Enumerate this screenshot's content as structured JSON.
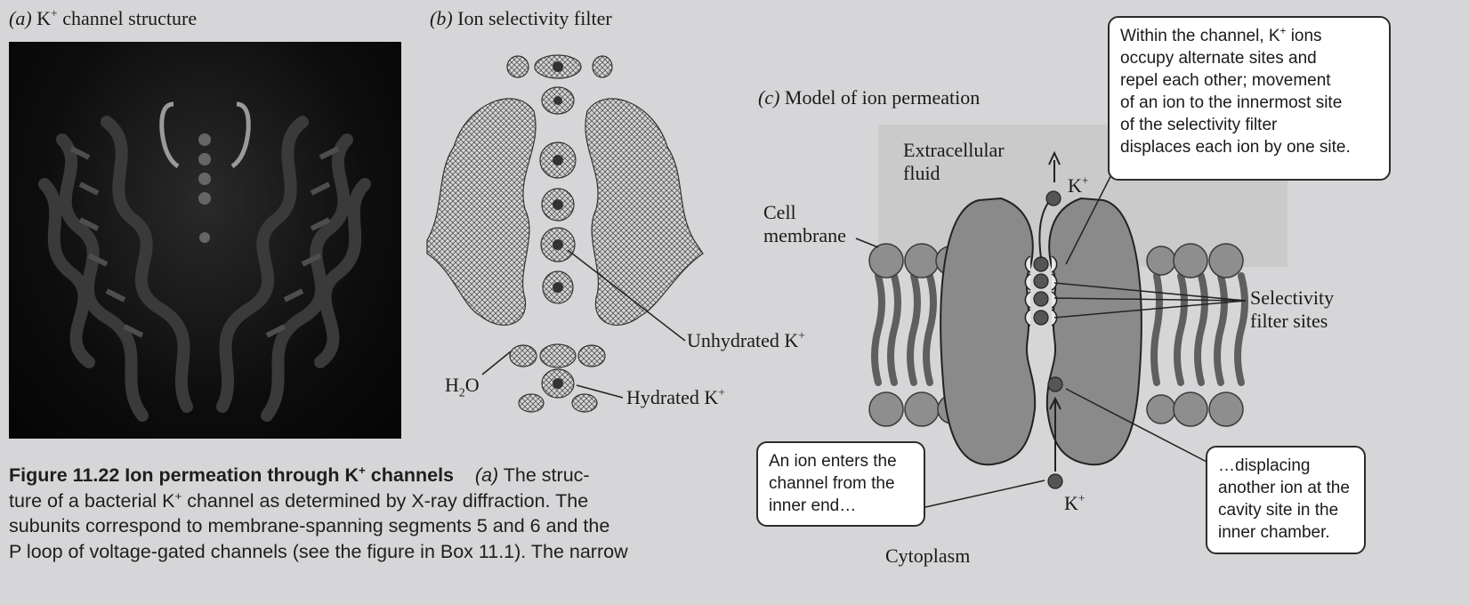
{
  "panel_a": {
    "letter": "(a)",
    "title_main": "K",
    "title_sup": "+",
    "title_rest": " channel structure"
  },
  "panel_b": {
    "letter": "(b)",
    "title": "Ion selectivity filter",
    "label_unhydrated": "Unhydrated K",
    "label_unhydrated_sup": "+",
    "label_water_main": "H",
    "label_water_sub": "2",
    "label_water_end": "O",
    "label_hydrated": "Hydrated K",
    "label_hydrated_sup": "+"
  },
  "panel_c": {
    "letter": "(c)",
    "title": "Model of ion permeation",
    "label_extracellular_1": "Extracellular",
    "label_extracellular_2": "fluid",
    "label_cell_membrane_1": "Cell",
    "label_cell_membrane_2": "membrane",
    "label_k_top": "K",
    "label_k_top_sup": "+",
    "label_k_bottom": "K",
    "label_k_bottom_sup": "+",
    "label_selectivity_1": "Selectivity",
    "label_selectivity_2": "filter sites",
    "label_cytoplasm": "Cytoplasm",
    "callout_top": {
      "l1a": "Within the channel, K",
      "l1sup": "+",
      "l1b": " ions",
      "l2": "occupy alternate sites and",
      "l3": "repel each other; movement",
      "l4": "of an ion to the innermost site",
      "l5": "of the selectivity filter",
      "l6": "displaces each ion by one site."
    },
    "callout_left": {
      "l1": "An ion enters the",
      "l2": "channel from the",
      "l3": "inner end…"
    },
    "callout_right": {
      "l1": "…displacing",
      "l2": "another ion at the",
      "l3": "cavity site in the",
      "l4": "inner chamber."
    }
  },
  "caption": {
    "fig_title_a": "Figure 11.22  Ion permeation through K",
    "fig_title_sup": "+",
    "fig_title_b": " channels",
    "panel_a_ref": "(a)",
    "line1_rest": " The struc-",
    "line2a": "ture of a bacterial K",
    "line2sup": "+",
    "line2b": " channel as determined by X-ray diffraction. The",
    "line3": "subunits correspond to membrane-spanning segments 5 and 6 and the",
    "line4": "P loop of voltage-gated channels (see the figure in Box 11.1). The narrow"
  },
  "colors": {
    "background": "#d6d6d8",
    "extracellular_region": "#cacaca",
    "protein_fill": "#8a8a8a",
    "ion_fill": "#555555"
  }
}
